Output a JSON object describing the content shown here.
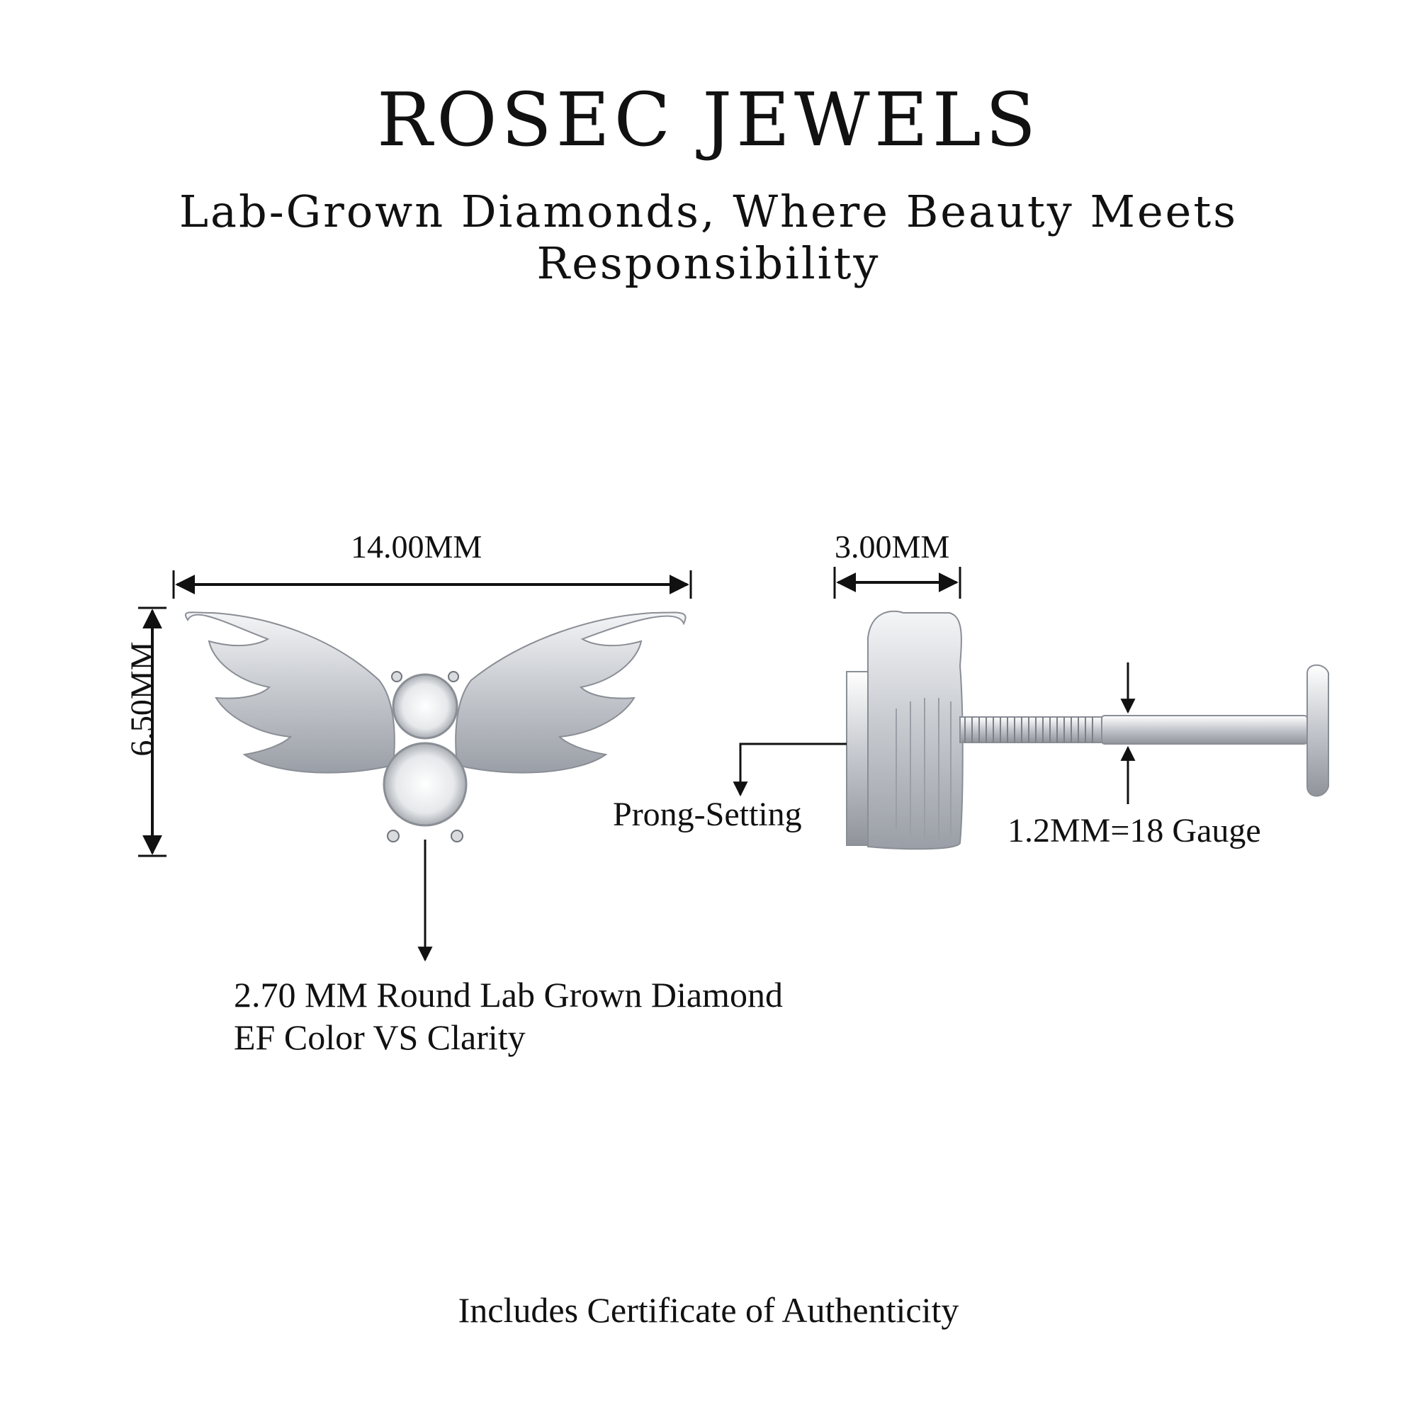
{
  "header": {
    "brand": "ROSEC JEWELS",
    "tagline": "Lab-Grown Diamonds, Where Beauty Meets Responsibility"
  },
  "dimensions": {
    "width": "14.00MM",
    "height": "6.50MM",
    "depth": "3.00MM",
    "gauge": "1.2MM=18 Gauge"
  },
  "callouts": {
    "setting": "Prong-Setting",
    "stone_line1": "2.70 MM Round Lab Grown Diamond",
    "stone_line2": "EF Color VS Clarity"
  },
  "footer": {
    "certificate": "Includes Certificate of Authenticity"
  },
  "colors": {
    "metal": "#c9ccd1",
    "metal_dark": "#8a8e95",
    "line": "#111111"
  }
}
